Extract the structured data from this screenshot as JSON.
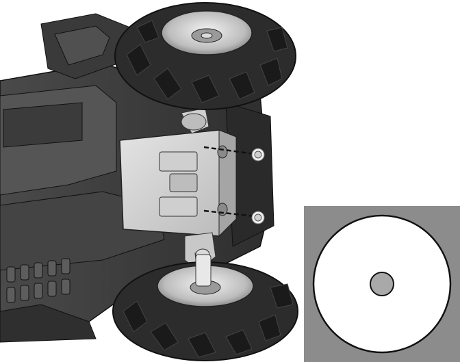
{
  "illustration": {
    "subject": "underside-of-ride-on-vehicle",
    "parts": [
      "front-wheel",
      "rear-wheel",
      "skid-plate",
      "steering-knuckle",
      "bolts",
      "chassis"
    ],
    "colors": {
      "background": "#ffffff",
      "tire": "#2c2c2c",
      "tire_tread": "#1a1a1a",
      "rim": "#c8c8c8",
      "chassis": "#3a3a3a",
      "chassis_light": "#5a5a5a",
      "plate": "#d2d2d2",
      "plate_shadow": "#a8a8a8",
      "dash_line": "#111111"
    }
  },
  "inset": {
    "subject": "washer-detail",
    "colors": {
      "panel": "#8c8c8c",
      "washer": "#ffffff",
      "hole": "#a9a9a9",
      "outline": "#111111"
    }
  }
}
